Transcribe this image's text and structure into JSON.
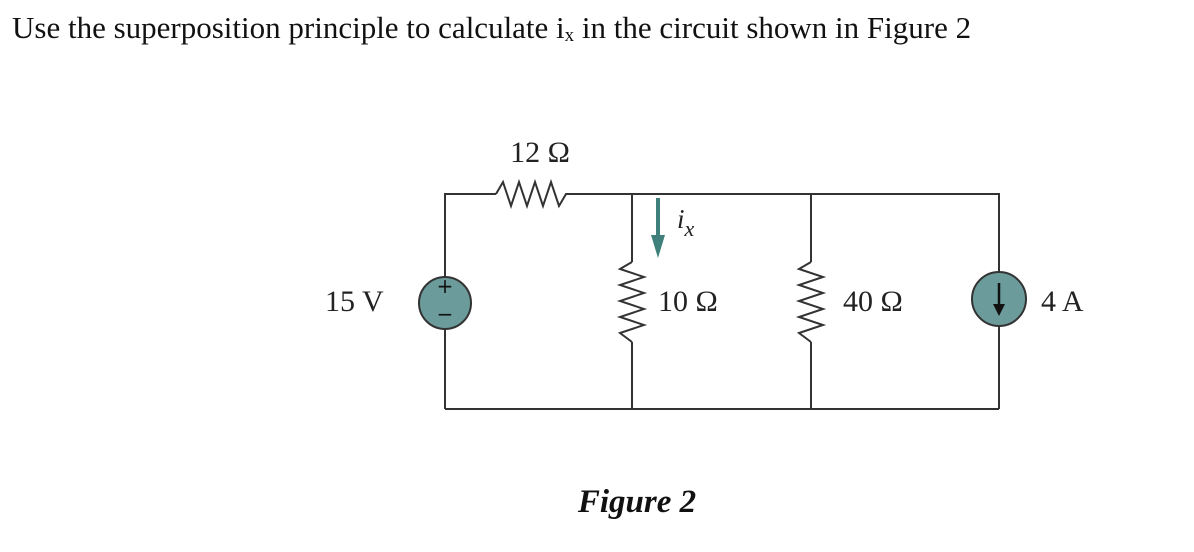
{
  "question": {
    "before": "Use the superposition principle to calculate i",
    "subscript": "x",
    "after": " in the circuit shown in Figure 2"
  },
  "circuit": {
    "voltage_source": {
      "label": "15 V",
      "plus_sign": "+",
      "minus_sign": "−"
    },
    "resistor_series": {
      "label": "12 Ω"
    },
    "resistor_middle": {
      "label": "10 Ω"
    },
    "resistor_right": {
      "label": "40 Ω"
    },
    "current_source": {
      "label": "4 A"
    },
    "current_label": {
      "main": "i",
      "sub": "x"
    },
    "caption": "Figure 2"
  },
  "colors": {
    "wire": "#333333",
    "source_fill": "#6b9b9a",
    "arrow": "#3f7f7c",
    "text": "#111111"
  }
}
